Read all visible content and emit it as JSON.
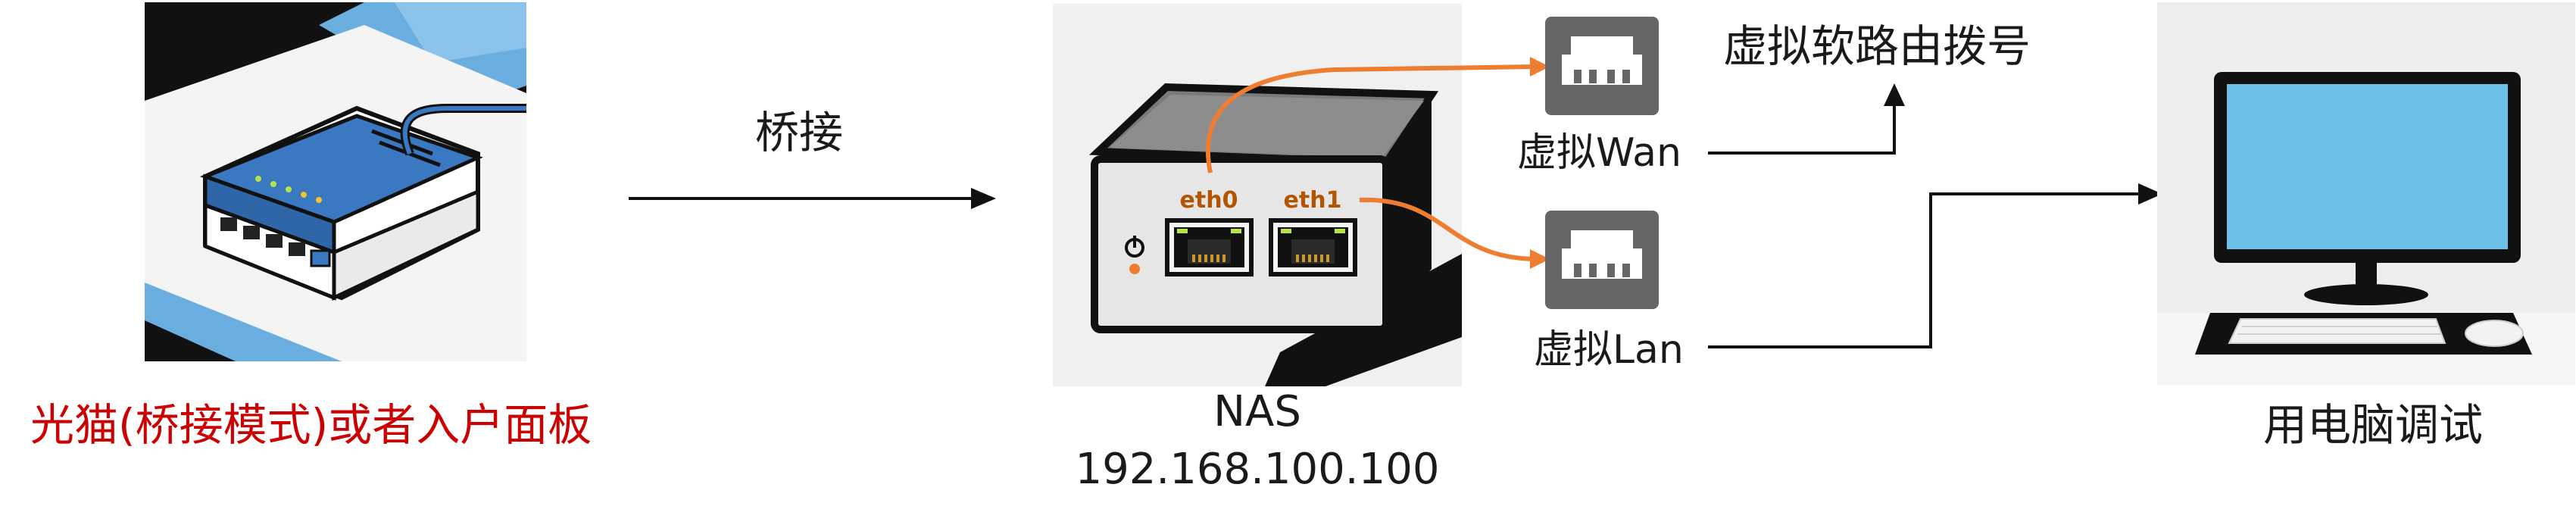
{
  "modem": {
    "label": "光猫(桥接模式)或者入户面板",
    "label_color": "#cc0000"
  },
  "bridge": {
    "label": "桥接"
  },
  "nas": {
    "name": "NAS",
    "ip": "192.168.100.100",
    "ports": [
      "eth0",
      "eth1"
    ],
    "port_label_color": "#b35400"
  },
  "virtual_wan": {
    "label": "虚拟Wan"
  },
  "virtual_lan": {
    "label": "虚拟Lan"
  },
  "dialup": {
    "label": "虚拟软路由拨号"
  },
  "computer": {
    "label": "用电脑调试"
  },
  "colors": {
    "accent_orange": "#ed7d31",
    "nic_gray": "#666666",
    "monitor_screen": "#6cc0e5",
    "modem_blue": "#3a78c2"
  }
}
